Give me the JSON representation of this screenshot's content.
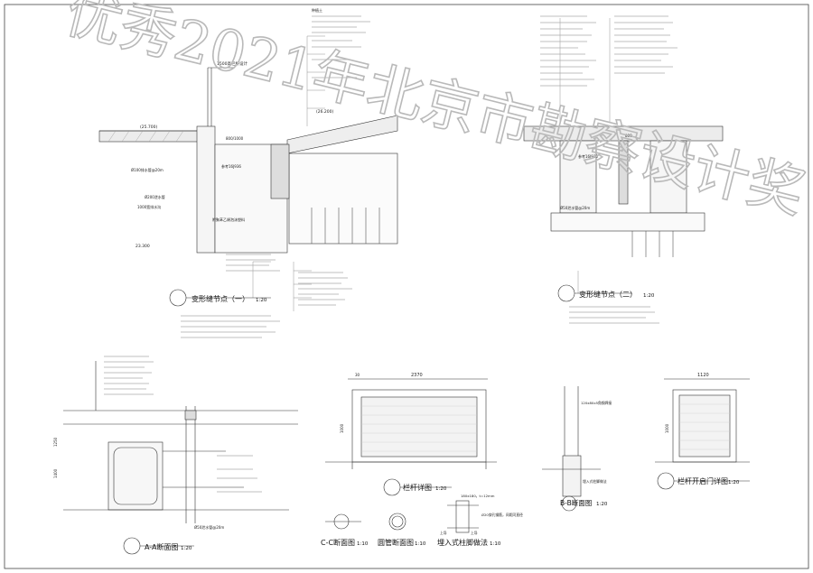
{
  "details": {
    "expansion_joint_1": {
      "title": "变形缝节点（一）",
      "scale": "1:20"
    },
    "expansion_joint_2": {
      "title": "变形缝节点（二）",
      "scale": "1:20"
    },
    "section_aa": {
      "title": "A-A断面图",
      "scale": "1:20"
    },
    "railing_detail": {
      "title": "栏杆详图",
      "scale": "1:20"
    },
    "railing_gate": {
      "title": "栏杆开启门详图",
      "scale": "1:20"
    },
    "section_bb": {
      "title": "B-B断面图",
      "scale": "1:20"
    },
    "section_cc": {
      "title": "C-C断面图",
      "scale": "1:10"
    },
    "round_pipe": {
      "title": "圆管断面图",
      "scale": "1:10"
    },
    "embedded_post": {
      "title": "埋入式柱脚做法",
      "scale": "1:10"
    }
  },
  "callouts": {
    "j1_top": "种植土",
    "j1_mid": "1500高栏杆设计",
    "j1_elev1": "(25.700)",
    "j1_elev2": "(26.200)",
    "j1_elev3": "23.300",
    "j1_dim1": "800/1000",
    "j1_dim2": "1000",
    "j1_drain": "Ø100排水管@20m",
    "j1_pipe": "Ø200泄水管",
    "j1_gap": "1000宽排水沟",
    "j1_note": "附聚苯乙烯泡沫塑料",
    "j1_lbl": "参考16J936",
    "j2_lbl": "参考16J936",
    "j2_dim": "800",
    "j2_pipe": "Ø50泄水管@20m",
    "aa_pipe": "Ø50泄水管@20m",
    "aa_dim1": "1250",
    "aa_dim2": "1400",
    "rail_dim": "2370",
    "rail_h": "1000",
    "rail_side": "30",
    "gate_dim": "1120",
    "gate_h": "1000",
    "cc_label": "180x180，t=12mm",
    "embed_label": "Ø20穿孔钢筋，间距同直径",
    "embed_top": "上导",
    "embed_bot": "上导",
    "bb_lbl1": "120x80x5角钢焊接",
    "bb_lbl2": "埋入式柱脚做法"
  },
  "watermark": "优秀2021年北京市勘察设计奖"
}
